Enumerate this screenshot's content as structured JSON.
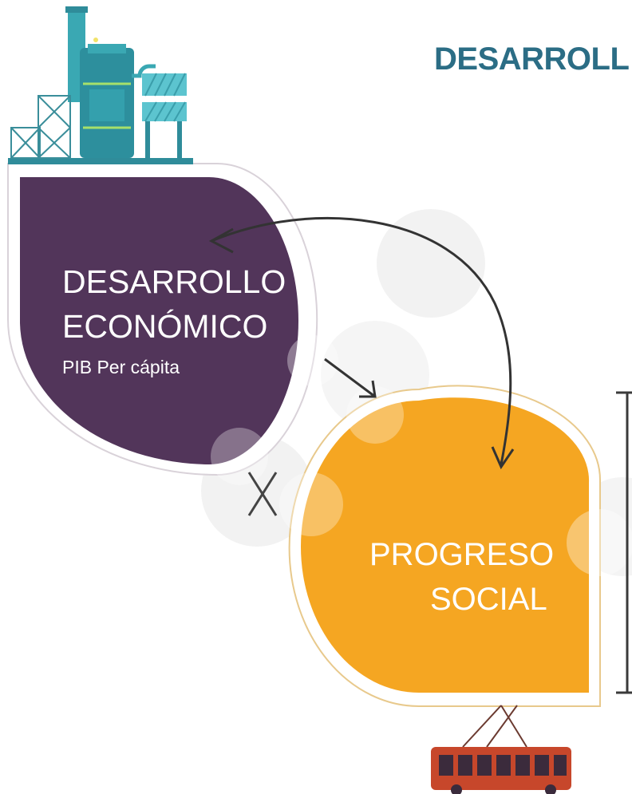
{
  "title": "DESARROLL",
  "economic": {
    "line1": "DESARROLLO",
    "line2": "ECONÓMICO",
    "sub": "PIB Per cápita",
    "color": "#52355a"
  },
  "social": {
    "line1": "PROGRESO",
    "line2": "SOCIAL",
    "color": "#f5a622"
  },
  "accent_colors": {
    "title": "#2b6d85",
    "factory": "#3aa8b3",
    "bus": "#c7472b"
  },
  "icons": [
    "factory-icon",
    "bus-icon",
    "cross-icon"
  ]
}
